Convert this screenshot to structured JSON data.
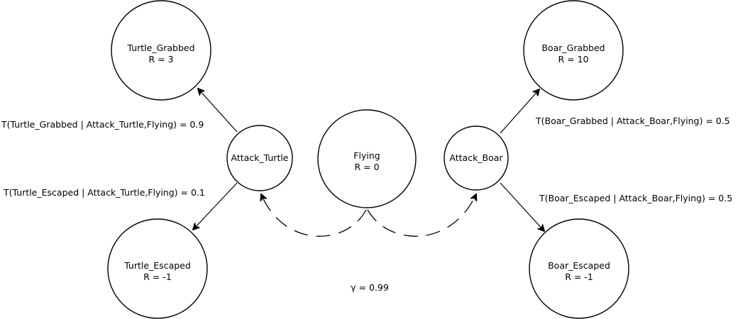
{
  "nodes": {
    "turtle_grabbed": {
      "name": "Turtle_Grabbed",
      "reward": "R = 3"
    },
    "turtle_escaped": {
      "name": "Turtle_Escaped",
      "reward": "R = -1"
    },
    "attack_turtle": {
      "name": "Attack_Turtle"
    },
    "flying": {
      "name": "Flying",
      "reward": "R = 0"
    },
    "attack_boar": {
      "name": "Attack_Boar"
    },
    "boar_grabbed": {
      "name": "Boar_Grabbed",
      "reward": "R = 10"
    },
    "boar_escaped": {
      "name": "Boar_Escaped",
      "reward": "R = -1"
    }
  },
  "transitions": {
    "turtle_grabbed": "T(Turtle_Grabbed | Attack_Turtle,Flying) = 0.9",
    "turtle_escaped": "T(Turtle_Escaped | Attack_Turtle,Flying) = 0.1",
    "boar_grabbed": "T(Boar_Grabbed | Attack_Boar,Flying) = 0.5",
    "boar_escaped": "T(Boar_Escaped | Attack_Boar,Flying) = 0.5"
  },
  "discount": "γ = 0.99",
  "colors": {
    "stroke": "#000000",
    "fill": "#ffffff",
    "text": "#000000"
  }
}
